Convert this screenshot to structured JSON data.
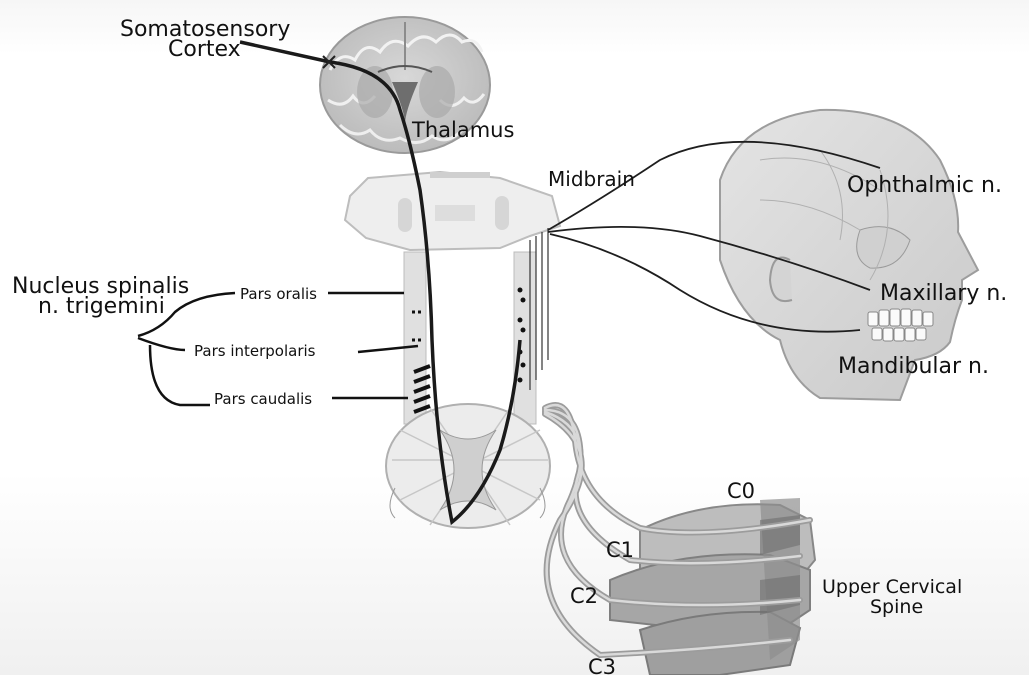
{
  "labels": {
    "cortex_line1": "Somatosensory",
    "cortex_line2": "Cortex",
    "thalamus": "Thalamus",
    "midbrain": "Midbrain",
    "ophthalmic": "Ophthalmic n.",
    "maxillary": "Maxillary n.",
    "mandibular": "Mandibular n.",
    "nucleus_line1": "Nucleus spinalis",
    "nucleus_line2": "n. trigemini",
    "pars_oralis": "Pars oralis",
    "pars_interpolaris": "Pars interpolaris",
    "pars_caudalis": "Pars caudalis",
    "c0": "C0",
    "c1": "C1",
    "c2": "C2",
    "c3": "C3",
    "spine_line1": "Upper Cervical",
    "spine_line2": "Spine"
  }
}
